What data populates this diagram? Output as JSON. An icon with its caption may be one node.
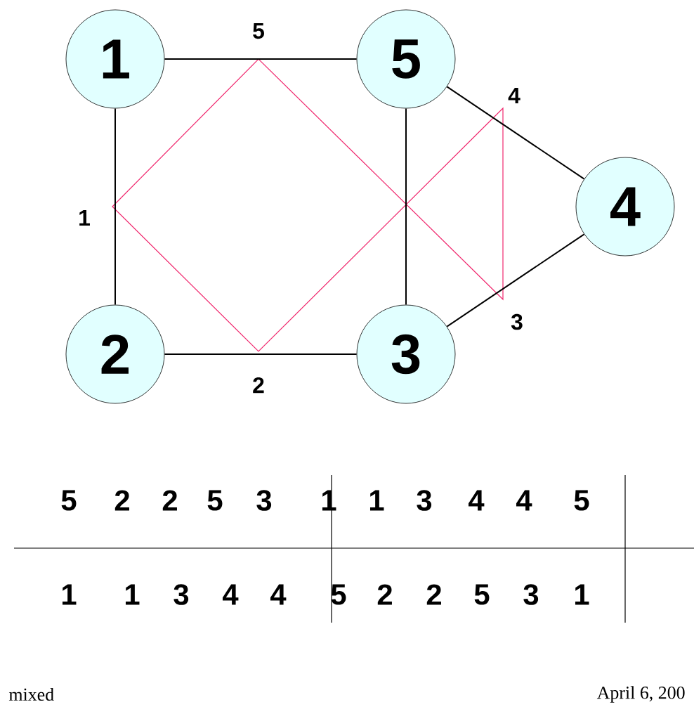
{
  "diagram": {
    "nodes": [
      {
        "text": [
          "1"
        ]
      },
      {
        "text": [
          "5"
        ]
      },
      {
        "text": [
          "4"
        ]
      },
      {
        "text": [
          "2"
        ]
      },
      {
        "text": [
          "3"
        ]
      }
    ],
    "edges": [
      {
        "from": 0,
        "to": 1,
        "arrow": "none"
      },
      {
        "from": 0,
        "to": 3,
        "arrow": "none"
      },
      {
        "from": 1,
        "to": 4,
        "arrow": "none"
      },
      {
        "from": 1,
        "to": 2,
        "arrow": "none"
      },
      {
        "from": 3,
        "to": 4,
        "arrow": "none"
      },
      {
        "from": 4,
        "to": 2,
        "arrow": "none"
      }
    ],
    "labels": [
      "5",
      "4",
      "1",
      "3",
      "2",
      "5",
      "2",
      "2",
      "5",
      "3",
      "1",
      "1",
      "3",
      "4",
      "4",
      "5",
      "1",
      "1",
      "3",
      "4",
      "4",
      "5",
      "2",
      "2",
      "5",
      "3",
      "1",
      "mixed",
      "April 6, 200"
    ]
  }
}
